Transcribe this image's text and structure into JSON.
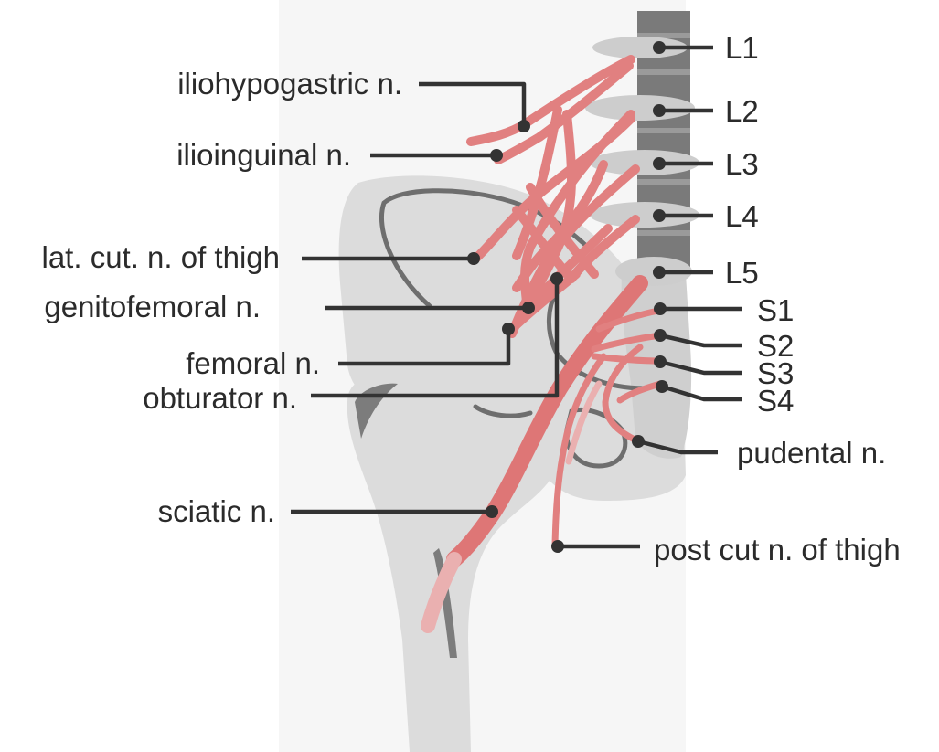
{
  "labels": {
    "L1": "L1",
    "L2": "L2",
    "L3": "L3",
    "L4": "L4",
    "L5": "L5",
    "S1": "S1",
    "S2": "S2",
    "S3": "S3",
    "S4": "S4",
    "iliohypogastric": "iliohypogastric n.",
    "ilioinguinal": "ilioinguinal n.",
    "lat_cut": "lat. cut. n. of thigh",
    "genitofemoral": "genitofemoral n.",
    "femoral": "femoral n.",
    "obturator": "obturator n.",
    "sciatic": "sciatic n.",
    "pudental": "pudental n.",
    "post_cut": "post cut n. of thigh"
  },
  "colors": {
    "nerve": "#e18080",
    "bone": "#dcdcdc",
    "outline": "#6e6e6e",
    "leader": "#333333"
  }
}
